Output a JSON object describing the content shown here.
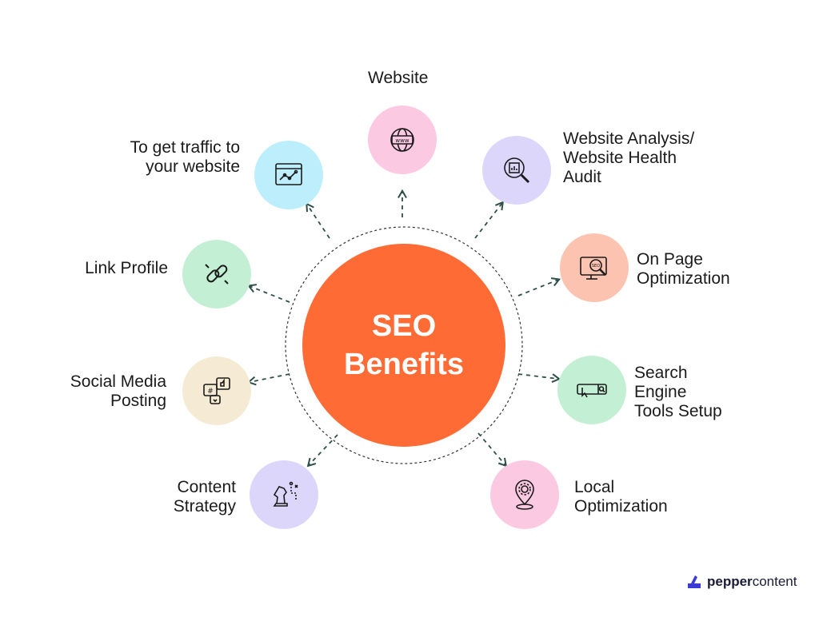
{
  "hub": {
    "line1": "SEO",
    "line2": "Benefits"
  },
  "nodes": {
    "website": {
      "lines": [
        "Website"
      ],
      "icon": "www-globe-icon",
      "color": "#fbc9e2"
    },
    "traffic": {
      "lines": [
        "To get traffic to",
        "your website"
      ],
      "icon": "analytics-chart-icon",
      "color": "#bdeefb"
    },
    "analysis": {
      "lines": [
        "Website Analysis/",
        "Website Health",
        "Audit"
      ],
      "icon": "magnifier-report-icon",
      "color": "#dcd6fb"
    },
    "link": {
      "lines": [
        "Link Profile"
      ],
      "icon": "broken-link-icon",
      "color": "#c3f0d4"
    },
    "onpage": {
      "lines": [
        "On Page",
        "Optimization"
      ],
      "icon": "seo-monitor-icon",
      "color": "#fcc3b0"
    },
    "social": {
      "lines": [
        "Social Media",
        "Posting"
      ],
      "icon": "social-posts-icon",
      "color": "#f5ead3"
    },
    "search": {
      "lines": [
        "Search",
        "Engine",
        "Tools Setup"
      ],
      "icon": "search-bar-icon",
      "color": "#c3f0d4"
    },
    "content": {
      "lines": [
        "Content",
        "Strategy"
      ],
      "icon": "chess-knight-icon",
      "color": "#dcd6fb"
    },
    "local": {
      "lines": [
        "Local",
        "Optimization"
      ],
      "icon": "location-gear-icon",
      "color": "#fbc9e2"
    }
  },
  "brand": {
    "name_bold": "pepper",
    "name_rest": "content"
  },
  "colors": {
    "hub": "#ff6b35",
    "connector": "#2f4f4a"
  }
}
